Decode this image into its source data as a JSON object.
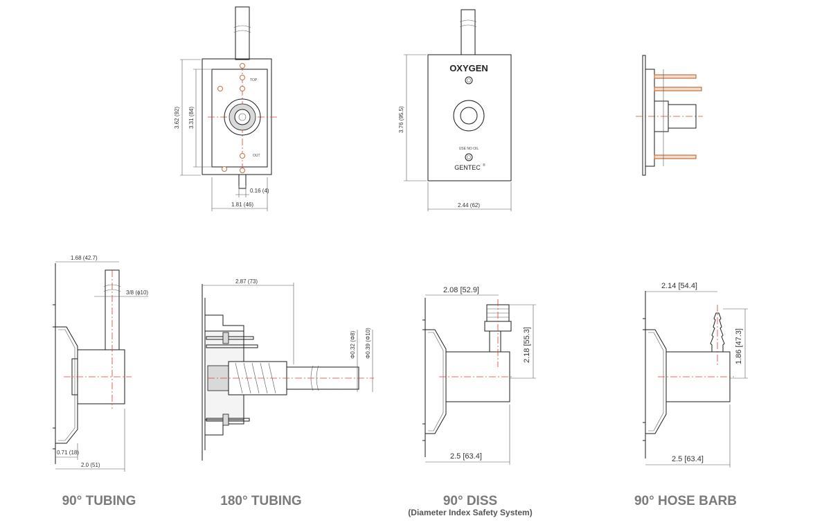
{
  "front_view": {
    "dims": {
      "width": "1.81 (46)",
      "height_outer": "3.62 (92)",
      "height_inner": "3.31 (84)",
      "offset": "0.16 (4)"
    },
    "labels": {
      "top": "TOP",
      "out": "OUT"
    }
  },
  "face_view": {
    "gas_label": "OXYGEN",
    "warning": "USE NO OIL",
    "brand": "GENTEC",
    "registered_mark": "®",
    "dims": {
      "width": "2.44 (62)",
      "height": "3.76 (95.5)"
    }
  },
  "tubing_90": {
    "caption": "90° TUBING",
    "dims": {
      "top_width": "1.68 (42.7)",
      "tube": "3/8 (ϕ10)",
      "flange": "0.71 (18)",
      "depth": "2.0 (51)"
    }
  },
  "tubing_180": {
    "caption": "180° TUBING",
    "dims": {
      "length": "2.87 (73)",
      "inner_dia": "Φ0.32 (Φ8)",
      "outer_dia": "Φ0.39 (Φ10)"
    }
  },
  "diss_90": {
    "caption": "90°  DISS",
    "subcaption": "(Diameter Index Safety System)",
    "dims": {
      "top": "2.08 [52.9]",
      "height": "2.18 [55.3]",
      "bottom": "2.5 [63.4]"
    }
  },
  "hose_barb_90": {
    "caption": "90°  HOSE BARB",
    "dims": {
      "top": "2.14 [54.4]",
      "height": "1.86 [47.3]",
      "bottom": "2.5 [63.4]"
    }
  }
}
